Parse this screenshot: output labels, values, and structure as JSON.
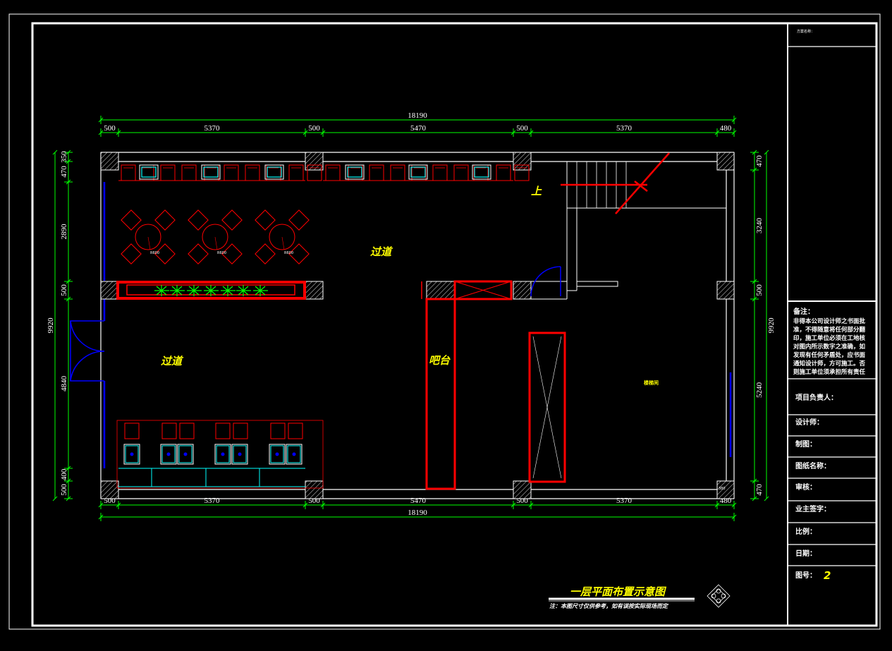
{
  "colors": {
    "background": "#000000",
    "frame": "#ffffff",
    "dimension": "#00ff00",
    "wall_outline": "#ffffff",
    "furniture": "#ff0000",
    "glass": "#0000ff",
    "screen": "#00ffff",
    "label": "#ffff00",
    "planter": "#00ff00"
  },
  "dimensions": {
    "top_overall": "18190",
    "top_segments": [
      "500",
      "5370",
      "500",
      "5470",
      "500",
      "5370",
      "480"
    ],
    "bottom_overall": "18190",
    "bottom_segments": [
      "500",
      "5370",
      "500",
      "5470",
      "500",
      "5370",
      "480"
    ],
    "left_overall": "9920",
    "left_segments": [
      "350",
      "470",
      "2890",
      "500",
      "4840",
      "400",
      "500"
    ],
    "right_overall": "9920",
    "right_segments": [
      "470",
      "3240",
      "500",
      "5240",
      "470"
    ]
  },
  "labels": {
    "corridor_upper": "过道",
    "corridor_lower": "过道",
    "bar": "吧台",
    "stair_up": "上",
    "small_room": "楼梯间",
    "col_mark": "380"
  },
  "title_block": {
    "top_note": "方案名称：",
    "remarks_title": "备注：",
    "remarks_lines": [
      "非得本公司设计师之书面批",
      "准，不得随意将任何部分翻",
      "印，施工单位必须在工地核",
      "对图内所示数字之准确，如",
      "发现有任何矛盾处，应书面",
      "通知设计师，方可施工。否",
      "则施工单位须承担所有责任"
    ],
    "project_lead": "项目负责人：",
    "designer": "设计师：",
    "drafter": "制图：",
    "drawing_name": "图纸名称：",
    "reviewer": "审核：",
    "owner_sign": "业主签字：",
    "scale": "比例：",
    "date": "日期：",
    "drawing_no_label": "图号：",
    "drawing_no": "2"
  },
  "title": "一层平面布置示意图",
  "footnote": "注：本图尺寸仅供参考，如有误按实际现场而定",
  "table_labels": [
    "R600",
    "R600",
    "R600"
  ]
}
